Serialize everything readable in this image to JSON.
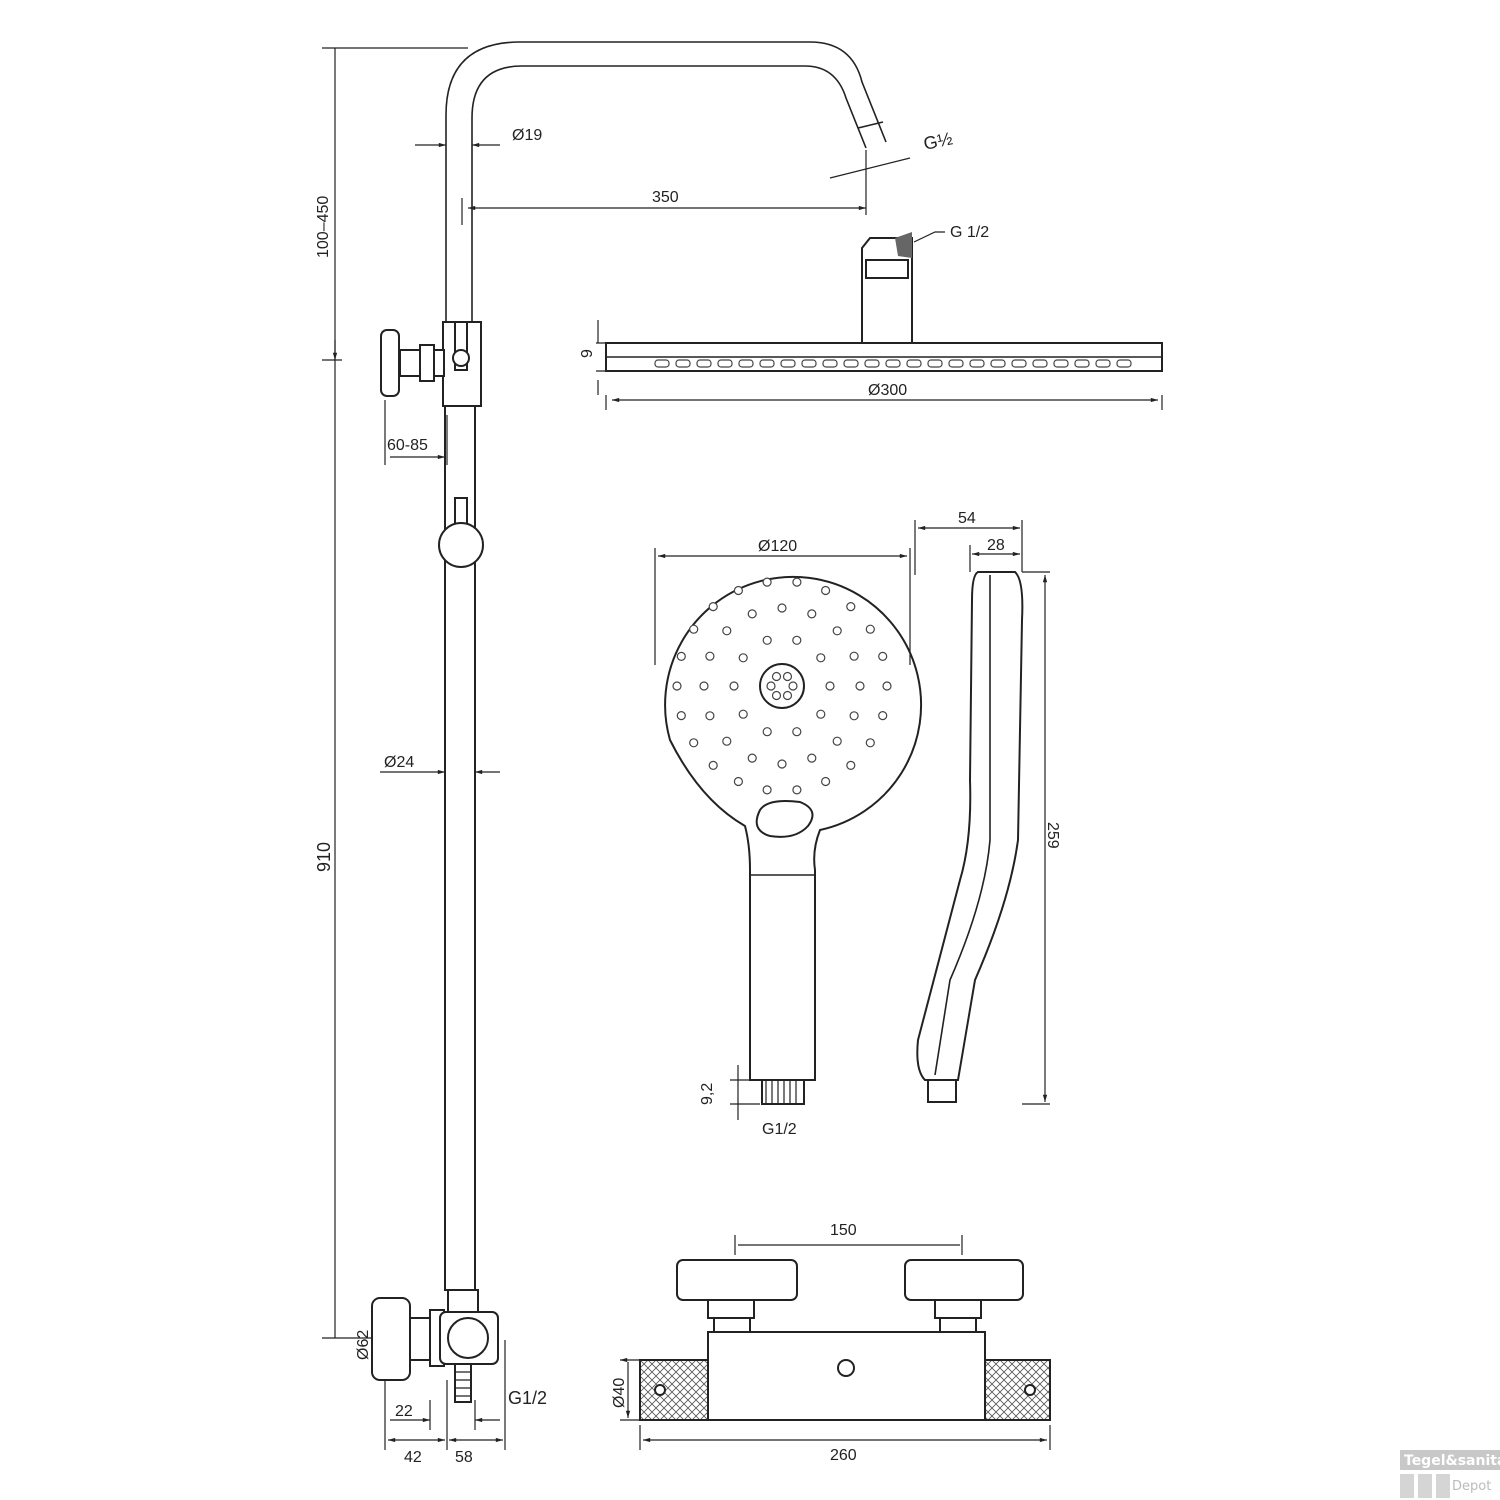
{
  "dimensions": {
    "riser_diameter": "Ø19",
    "arm_length": "350",
    "arm_thread": "G½",
    "head_thread": "G 1/2",
    "height_adjust": "100–450",
    "head_thickness": "9",
    "head_diameter": "Ø300",
    "wall_offset": "60-85",
    "rail_diameter": "Ø24",
    "rail_height": "910",
    "hand_diameter": "Ø120",
    "hand_depth": "54",
    "hand_depth_inner": "28",
    "hand_length": "259",
    "hand_thread_length": "9,2",
    "hand_thread": "G1/2",
    "valve_spacing": "150",
    "knob_diameter": "Ø62",
    "dim_22": "22",
    "dim_42": "42",
    "dim_58": "58",
    "outlet_thread": "G1/2",
    "body_diameter": "Ø40",
    "body_width": "260"
  },
  "logo": {
    "line1": "Tegel&sanitair",
    "line2": "Depot"
  }
}
